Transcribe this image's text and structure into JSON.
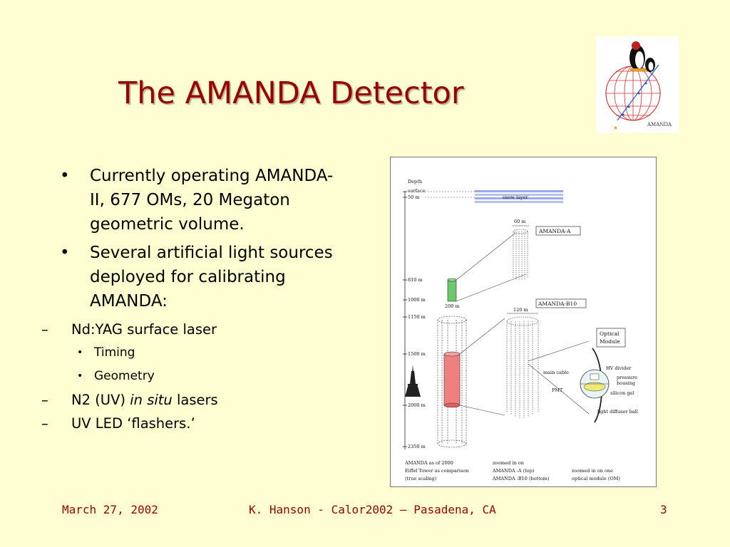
{
  "slide": {
    "title": "The AMANDA Detector",
    "logo_text": "AMANDA",
    "bullets": [
      {
        "text": "Currently operating AMANDA-II, 677 OMs, 20 Megaton geometric volume."
      },
      {
        "text": "Several artificial light sources deployed for calibrating AMANDA:"
      }
    ],
    "sub_bullets": {
      "laser": "Nd:YAG surface laser",
      "timing": "Timing",
      "geometry": "Geometry",
      "n2_prefix": "N2 (UV) ",
      "n2_italic": "in situ",
      "n2_suffix": " lasers",
      "led": "UV LED ‘flashers.’"
    },
    "bullet_symbol": "•",
    "dash_symbol": "–"
  },
  "figure": {
    "depth_header": "Depth",
    "depths": [
      "surface",
      "50 m",
      "810 m",
      "1000 m",
      "1150 m",
      "1500 m",
      "2000 m",
      "2350 m"
    ],
    "snow_layer": "snow layer",
    "dim_60": "60 m",
    "dim_200": "200 m",
    "dim_120": "120 m",
    "amanda_a": "AMANDA-A",
    "amanda_b10": "AMANDA-B10",
    "optical_module_line1": "Optical",
    "optical_module_line2": "Module",
    "hv_divider": "HV divider",
    "pressure_line1": "pressure",
    "pressure_line2": "housing",
    "main_cable": "main cable",
    "pmt": "PMT",
    "silicon_gel": "silicon gel",
    "diffuser": "light diffuser ball",
    "caption_col1": [
      "AMANDA as of 2000",
      "Eiffel Tower as comparison",
      "(true scaling)"
    ],
    "caption_col2": [
      "zoomed in on",
      "AMANDA -A (top)",
      "AMANDA -B10 (bottom)"
    ],
    "caption_col3": [
      "",
      "zoomed in on one",
      "optical module (OM)"
    ]
  },
  "footer": {
    "date": "March 27, 2002",
    "center": "K. Hanson - Calor2002 – Pasadena, CA",
    "page": "3"
  },
  "colors": {
    "title": "#990000",
    "background": "#fefed0",
    "footer": "#990000"
  }
}
